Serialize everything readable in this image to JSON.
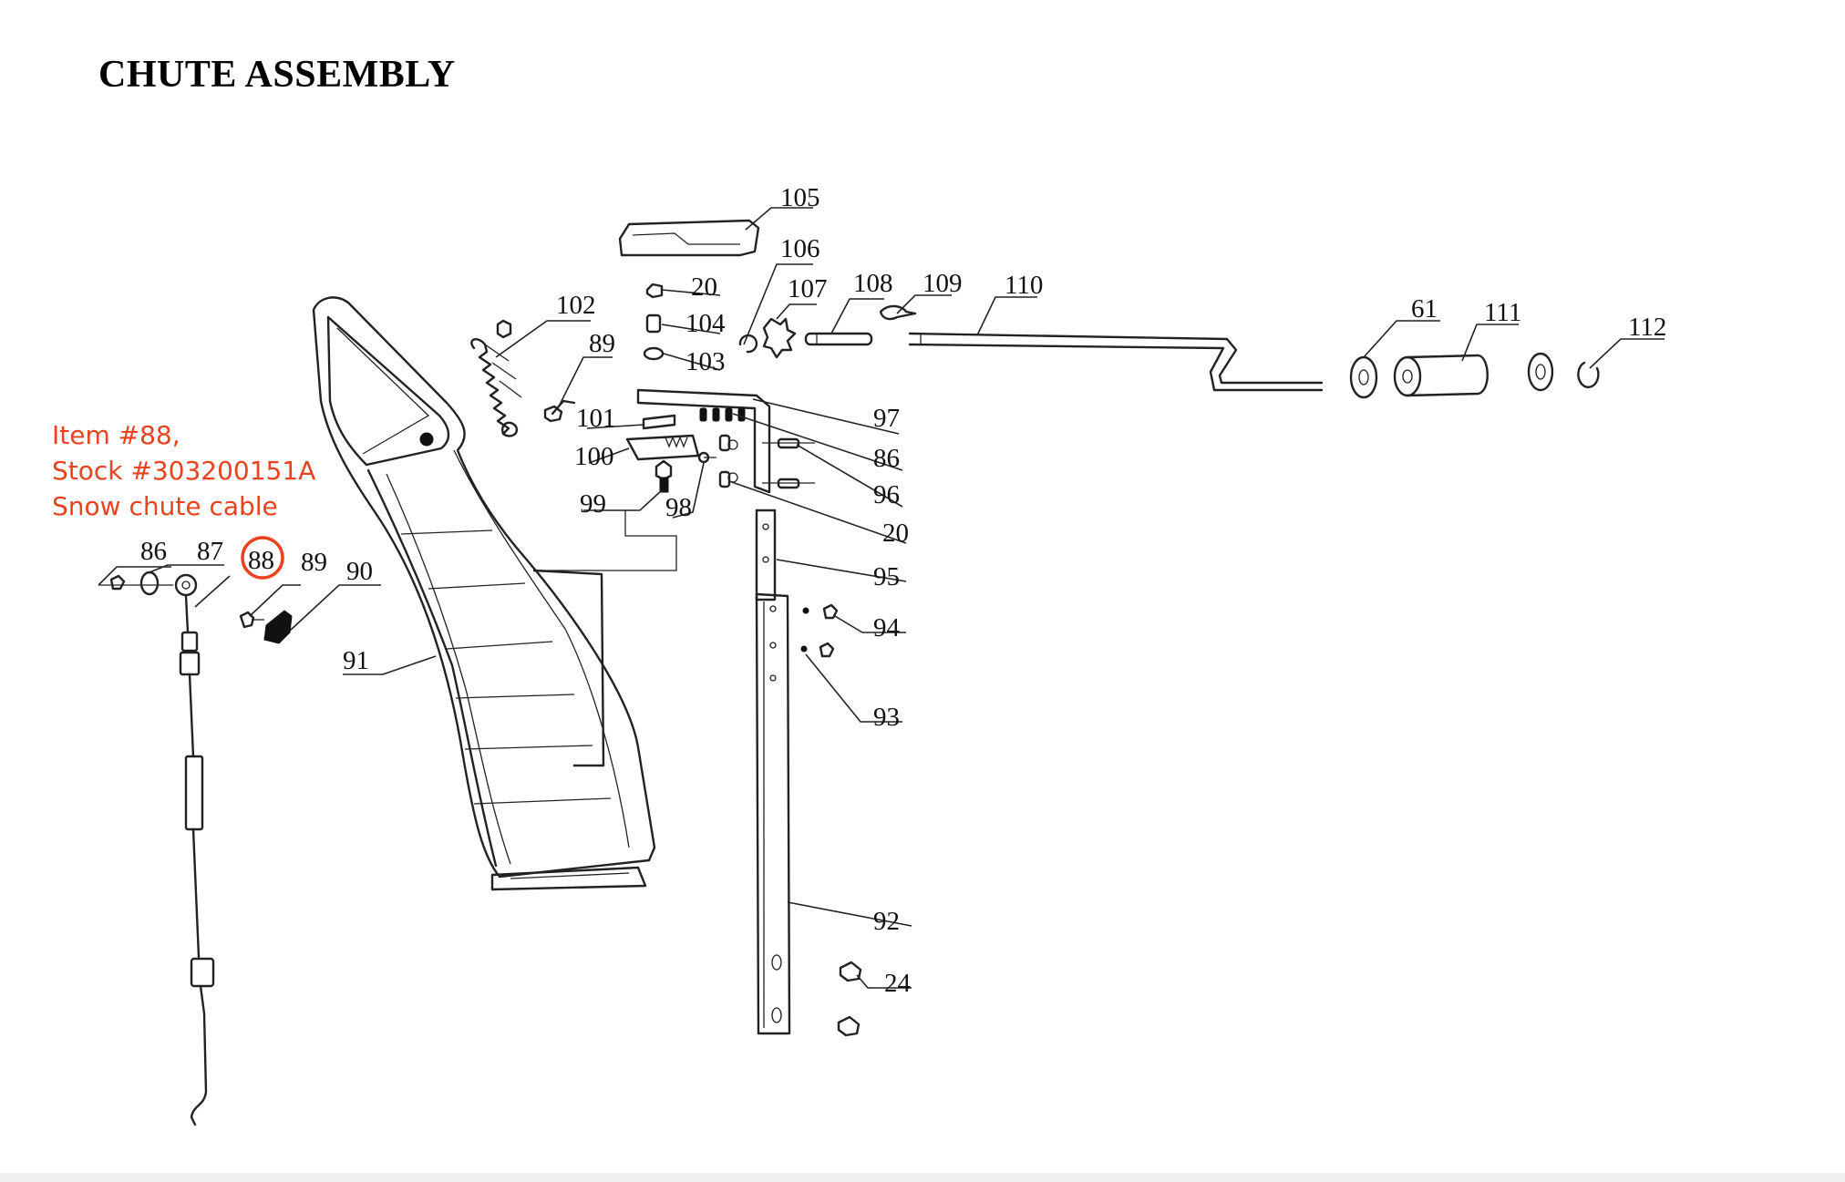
{
  "title": "CHUTE ASSEMBLY",
  "note": {
    "line1": "Item #88,",
    "line2": "Stock #303200151A",
    "line3": "Snow chute cable",
    "color": "#e8421f"
  },
  "callouts": [
    "105",
    "106",
    "107",
    "108",
    "109",
    "110",
    "20",
    "104",
    "103",
    "102",
    "89",
    "61",
    "111",
    "112",
    "101",
    "97",
    "100",
    "86",
    "99",
    "98",
    "96",
    "20",
    "95",
    "86",
    "87",
    "88",
    "89",
    "90",
    "94",
    "91",
    "93",
    "92",
    "24"
  ],
  "highlighted_item": "88"
}
